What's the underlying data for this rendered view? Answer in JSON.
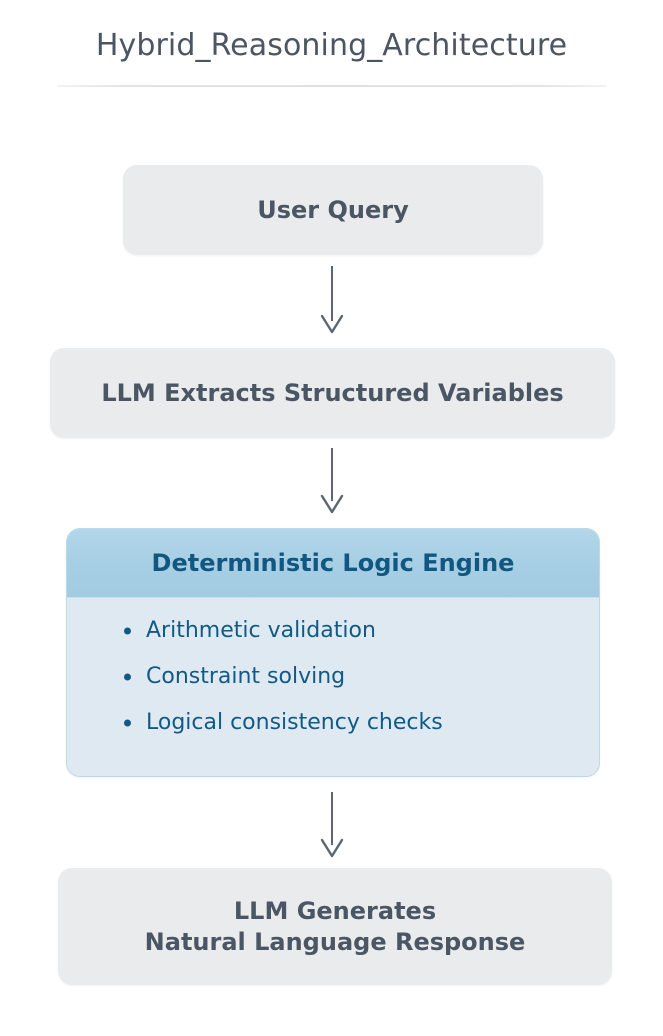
{
  "page": {
    "title": "Hybrid_Reasoning_Architecture",
    "background_color": "#ffffff"
  },
  "colors": {
    "title_text": "#4b5563",
    "divider": "#e1e3e8",
    "node_gray_fill": "#eaebed",
    "node_gray_text": "#4a5663",
    "engine_header_fill": "#a6cee4",
    "engine_body_fill": "#dee9f2",
    "engine_border": "#bcd9ea",
    "engine_text": "#12577f",
    "arrow_stroke": "#5b6774"
  },
  "nodes": [
    {
      "id": "user-query",
      "label": "User Query",
      "lines": [
        "User Query"
      ],
      "type": "gray-box"
    },
    {
      "id": "llm-extract",
      "label": "LLM Extracts Structured Variables",
      "lines": [
        "LLM Extracts Structured Variables"
      ],
      "type": "gray-box"
    },
    {
      "id": "logic-engine",
      "label": "Deterministic Logic Engine",
      "type": "blue-panel",
      "items": [
        "Arithmetic validation",
        "Constraint solving",
        "Logical consistency checks"
      ]
    },
    {
      "id": "llm-generate",
      "label": "LLM Generates Natural Language Response",
      "lines": [
        "LLM Generates",
        "Natural Language Response"
      ],
      "type": "gray-box"
    }
  ],
  "arrows": [
    {
      "id": "arrow-1",
      "from": "user-query",
      "to": "llm-extract",
      "direction": "down",
      "glyph": "arrow-down-icon"
    },
    {
      "id": "arrow-2",
      "from": "llm-extract",
      "to": "logic-engine",
      "direction": "down",
      "glyph": "arrow-down-icon"
    },
    {
      "id": "arrow-3",
      "from": "logic-engine",
      "to": "llm-generate",
      "direction": "down",
      "glyph": "arrow-down-icon"
    }
  ]
}
